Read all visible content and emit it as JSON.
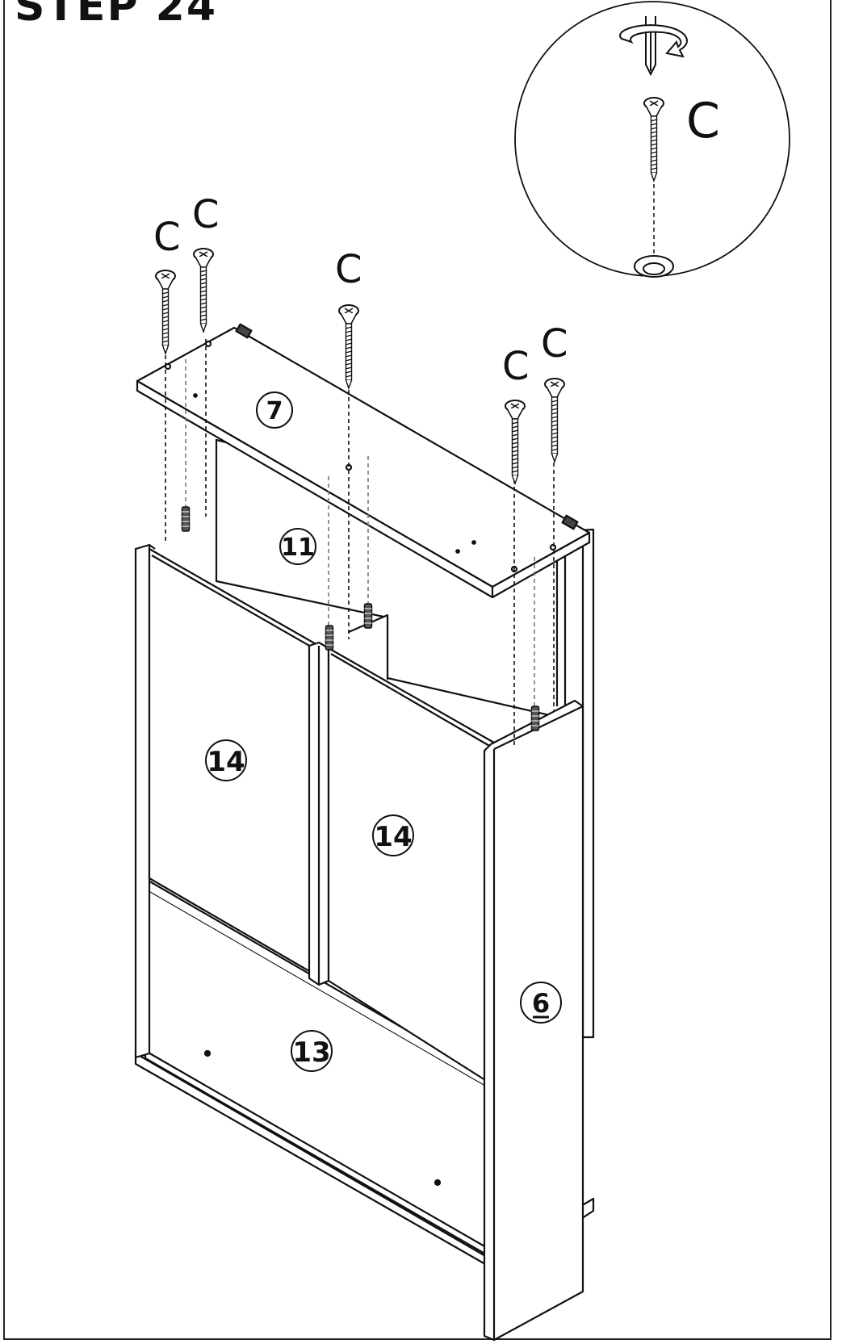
{
  "title": "STEP 24",
  "fastener": "C",
  "parts": {
    "top_panel": "7",
    "back_panel": "11",
    "door_left": "14",
    "door_right": "14",
    "bottom_panel": "13",
    "side_panel": "6"
  }
}
